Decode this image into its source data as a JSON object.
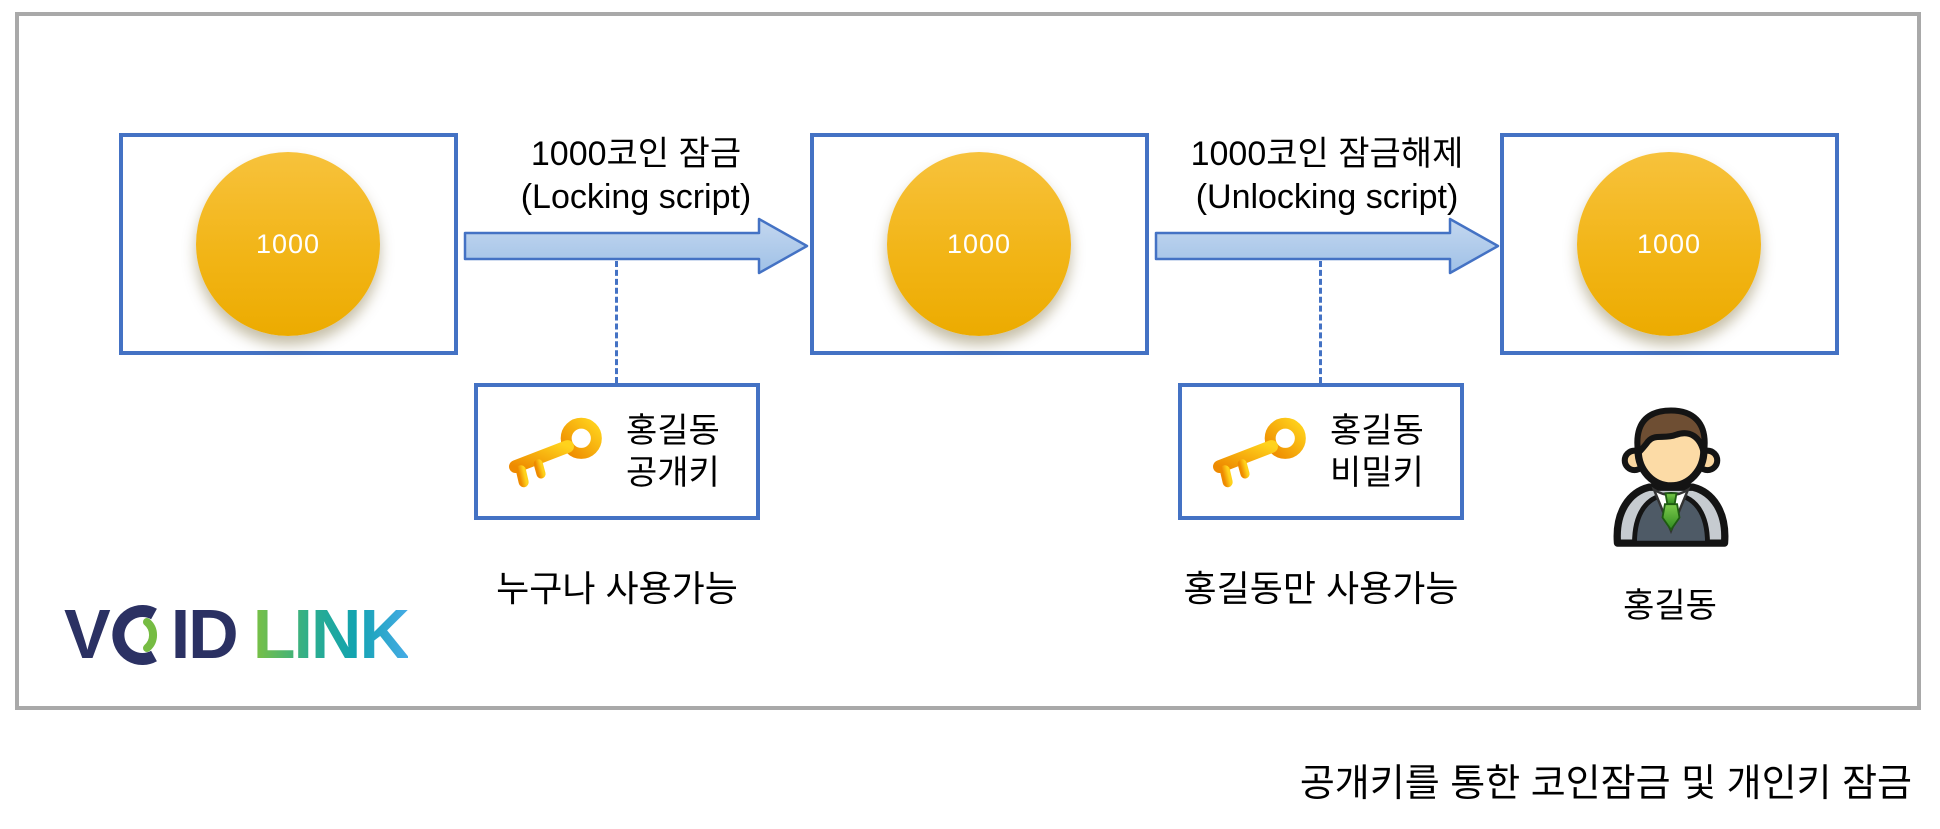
{
  "diagram": {
    "coin_boxes": [
      {
        "value": "1000"
      },
      {
        "value": "1000"
      },
      {
        "value": "1000"
      }
    ],
    "arrows": [
      {
        "line1": "1000코인 잠금",
        "line2": "(Locking script)"
      },
      {
        "line1": "1000코인 잠금해제",
        "line2": "(Unlocking script)"
      }
    ],
    "key_boxes": [
      {
        "owner": "홍길동",
        "key_type": "공개키"
      },
      {
        "owner": "홍길동",
        "key_type": "비밀키"
      }
    ],
    "usage_labels": [
      {
        "text": "누구나 사용가능"
      },
      {
        "text": "홍길동만 사용가능"
      }
    ],
    "person": {
      "name": "홍길동"
    }
  },
  "logo": {
    "part1": "V",
    "part2": "ID",
    "part3": "LINK"
  },
  "caption": "공개키를 통한 코인잠금 및 개인키 잠금",
  "colors": {
    "frame_border_gray": "#A9A9A9",
    "box_border_blue": "#4472C4",
    "coin_gold_top": "#F7C23C",
    "coin_gold_bottom": "#ECAB00",
    "arrow_fill_top": "#C4D7EF",
    "arrow_fill_bottom": "#9FC1E7",
    "key_gold_dark": "#EE8A00",
    "key_gold_light": "#FFD21C",
    "logo_navy": "#2B3163",
    "logo_green": "#76BC43",
    "logo_teal": "#12A3B0",
    "logo_blue": "#45ABE6"
  }
}
